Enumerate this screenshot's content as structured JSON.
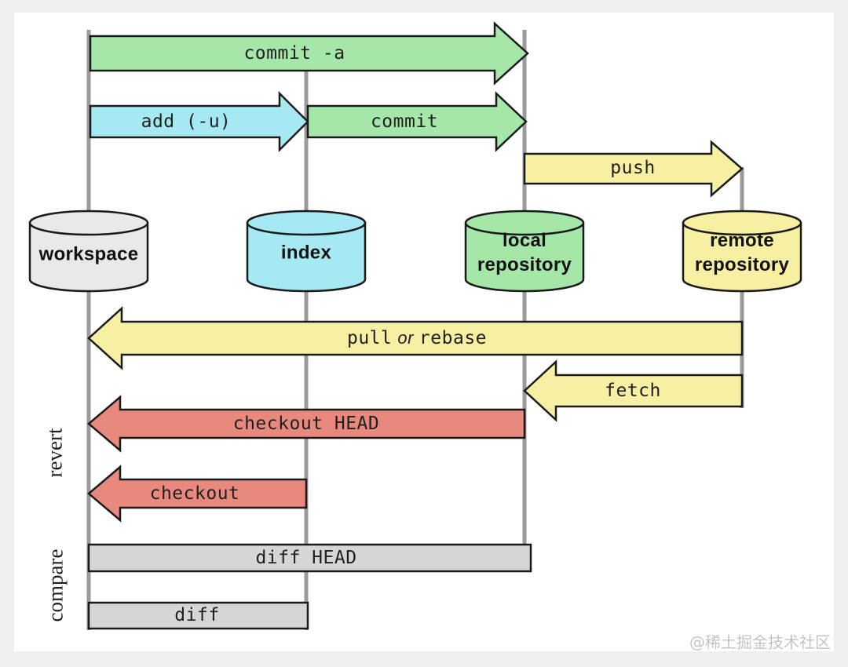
{
  "palette": {
    "background": "#efefef",
    "panel": "#ffffff",
    "green": "#a5e7a9",
    "cyan": "#a5eaf2",
    "yellow": "#f7f0a2",
    "salmon": "#e8897e",
    "bar_gray": "#d6d6d6",
    "cylinder_gray": "#e9e9e9",
    "line_gray": "#9a9a9a",
    "outline": "#1a1a1a",
    "text": "#1f1f1f",
    "watermark_gray": "#c4c4c4"
  },
  "nodes": {
    "workspace": {
      "label": "workspace"
    },
    "index": {
      "label": "index"
    },
    "local_repository": {
      "label": "local\nrepository"
    },
    "remote_repository": {
      "label": "remote\nrepository"
    }
  },
  "arrows": {
    "commit_a": {
      "label": "commit -a"
    },
    "add_u": {
      "label": "add (-u)"
    },
    "commit": {
      "label": "commit"
    },
    "push": {
      "label": "push"
    },
    "pull_or_rebase": {
      "pull": "pull",
      "or": "or",
      "rebase": "rebase"
    },
    "fetch": {
      "label": "fetch"
    },
    "checkout_head": {
      "label": "checkout HEAD"
    },
    "checkout": {
      "label": "checkout"
    }
  },
  "bars": {
    "diff_head": {
      "label": "diff HEAD"
    },
    "diff": {
      "label": "diff"
    }
  },
  "side_labels": {
    "revert": "revert",
    "compare": "compare"
  },
  "watermark": "@稀土掘金技术社区"
}
